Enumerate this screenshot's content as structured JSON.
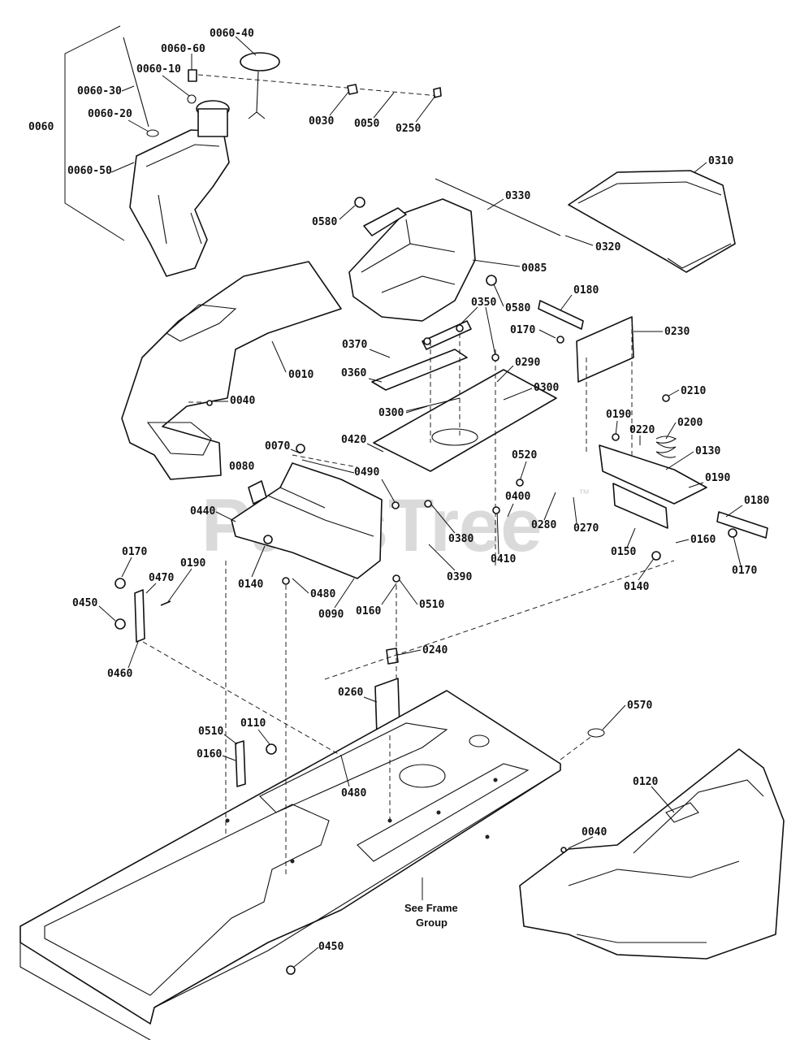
{
  "watermark": {
    "text": "PartsTree",
    "trademark": "™"
  },
  "note": {
    "line1": "See Frame",
    "line2": "Group"
  },
  "callouts": [
    {
      "id": "c-0060-40",
      "text": "0060-40"
    },
    {
      "id": "c-0060-60",
      "text": "0060-60"
    },
    {
      "id": "c-0060-10",
      "text": "0060-10"
    },
    {
      "id": "c-0060-30",
      "text": "0060-30"
    },
    {
      "id": "c-0060-20",
      "text": "0060-20"
    },
    {
      "id": "c-0060",
      "text": "0060"
    },
    {
      "id": "c-0060-50",
      "text": "0060-50"
    },
    {
      "id": "c-0030",
      "text": "0030"
    },
    {
      "id": "c-0050",
      "text": "0050"
    },
    {
      "id": "c-0250",
      "text": "0250"
    },
    {
      "id": "c-0310",
      "text": "0310"
    },
    {
      "id": "c-0330",
      "text": "0330"
    },
    {
      "id": "c-0580a",
      "text": "0580"
    },
    {
      "id": "c-0320",
      "text": "0320"
    },
    {
      "id": "c-0085",
      "text": "0085"
    },
    {
      "id": "c-0580b",
      "text": "0580"
    },
    {
      "id": "c-0180a",
      "text": "0180"
    },
    {
      "id": "c-0350",
      "text": "0350"
    },
    {
      "id": "c-0170a",
      "text": "0170"
    },
    {
      "id": "c-0230",
      "text": "0230"
    },
    {
      "id": "c-0370",
      "text": "0370"
    },
    {
      "id": "c-0290",
      "text": "0290"
    },
    {
      "id": "c-0010",
      "text": "0010"
    },
    {
      "id": "c-0360",
      "text": "0360"
    },
    {
      "id": "c-0300a",
      "text": "0300"
    },
    {
      "id": "c-0300b",
      "text": "0300"
    },
    {
      "id": "c-0210",
      "text": "0210"
    },
    {
      "id": "c-0040a",
      "text": "0040"
    },
    {
      "id": "c-0190a",
      "text": "0190"
    },
    {
      "id": "c-0200",
      "text": "0200"
    },
    {
      "id": "c-0220",
      "text": "0220"
    },
    {
      "id": "c-0420",
      "text": "0420"
    },
    {
      "id": "c-0070",
      "text": "0070"
    },
    {
      "id": "c-0130",
      "text": "0130"
    },
    {
      "id": "c-0490",
      "text": "0490"
    },
    {
      "id": "c-0520",
      "text": "0520"
    },
    {
      "id": "c-0080",
      "text": "0080"
    },
    {
      "id": "c-0190b",
      "text": "0190"
    },
    {
      "id": "c-0180b",
      "text": "0180"
    },
    {
      "id": "c-0400",
      "text": "0400"
    },
    {
      "id": "c-0440",
      "text": "0440"
    },
    {
      "id": "c-0280",
      "text": "0280"
    },
    {
      "id": "c-0270",
      "text": "0270"
    },
    {
      "id": "c-0380",
      "text": "0380"
    },
    {
      "id": "c-0410",
      "text": "0410"
    },
    {
      "id": "c-0160a",
      "text": "0160"
    },
    {
      "id": "c-0150",
      "text": "0150"
    },
    {
      "id": "c-0170b",
      "text": "0170"
    },
    {
      "id": "c-0140a",
      "text": "0140"
    },
    {
      "id": "c-0480a",
      "text": "0480"
    },
    {
      "id": "c-0390",
      "text": "0390"
    },
    {
      "id": "c-0140b",
      "text": "0140"
    },
    {
      "id": "c-0170c",
      "text": "0170"
    },
    {
      "id": "c-0470",
      "text": "0470"
    },
    {
      "id": "c-0190c",
      "text": "0190"
    },
    {
      "id": "c-0090",
      "text": "0090"
    },
    {
      "id": "c-0160b",
      "text": "0160"
    },
    {
      "id": "c-0510a",
      "text": "0510"
    },
    {
      "id": "c-0450a",
      "text": "0450"
    },
    {
      "id": "c-0460",
      "text": "0460"
    },
    {
      "id": "c-0240",
      "text": "0240"
    },
    {
      "id": "c-0260",
      "text": "0260"
    },
    {
      "id": "c-0570",
      "text": "0570"
    },
    {
      "id": "c-0510b",
      "text": "0510"
    },
    {
      "id": "c-0110",
      "text": "0110"
    },
    {
      "id": "c-0160c",
      "text": "0160"
    },
    {
      "id": "c-0480b",
      "text": "0480"
    },
    {
      "id": "c-0120",
      "text": "0120"
    },
    {
      "id": "c-0040b",
      "text": "0040"
    },
    {
      "id": "c-0450b",
      "text": "0450"
    }
  ]
}
